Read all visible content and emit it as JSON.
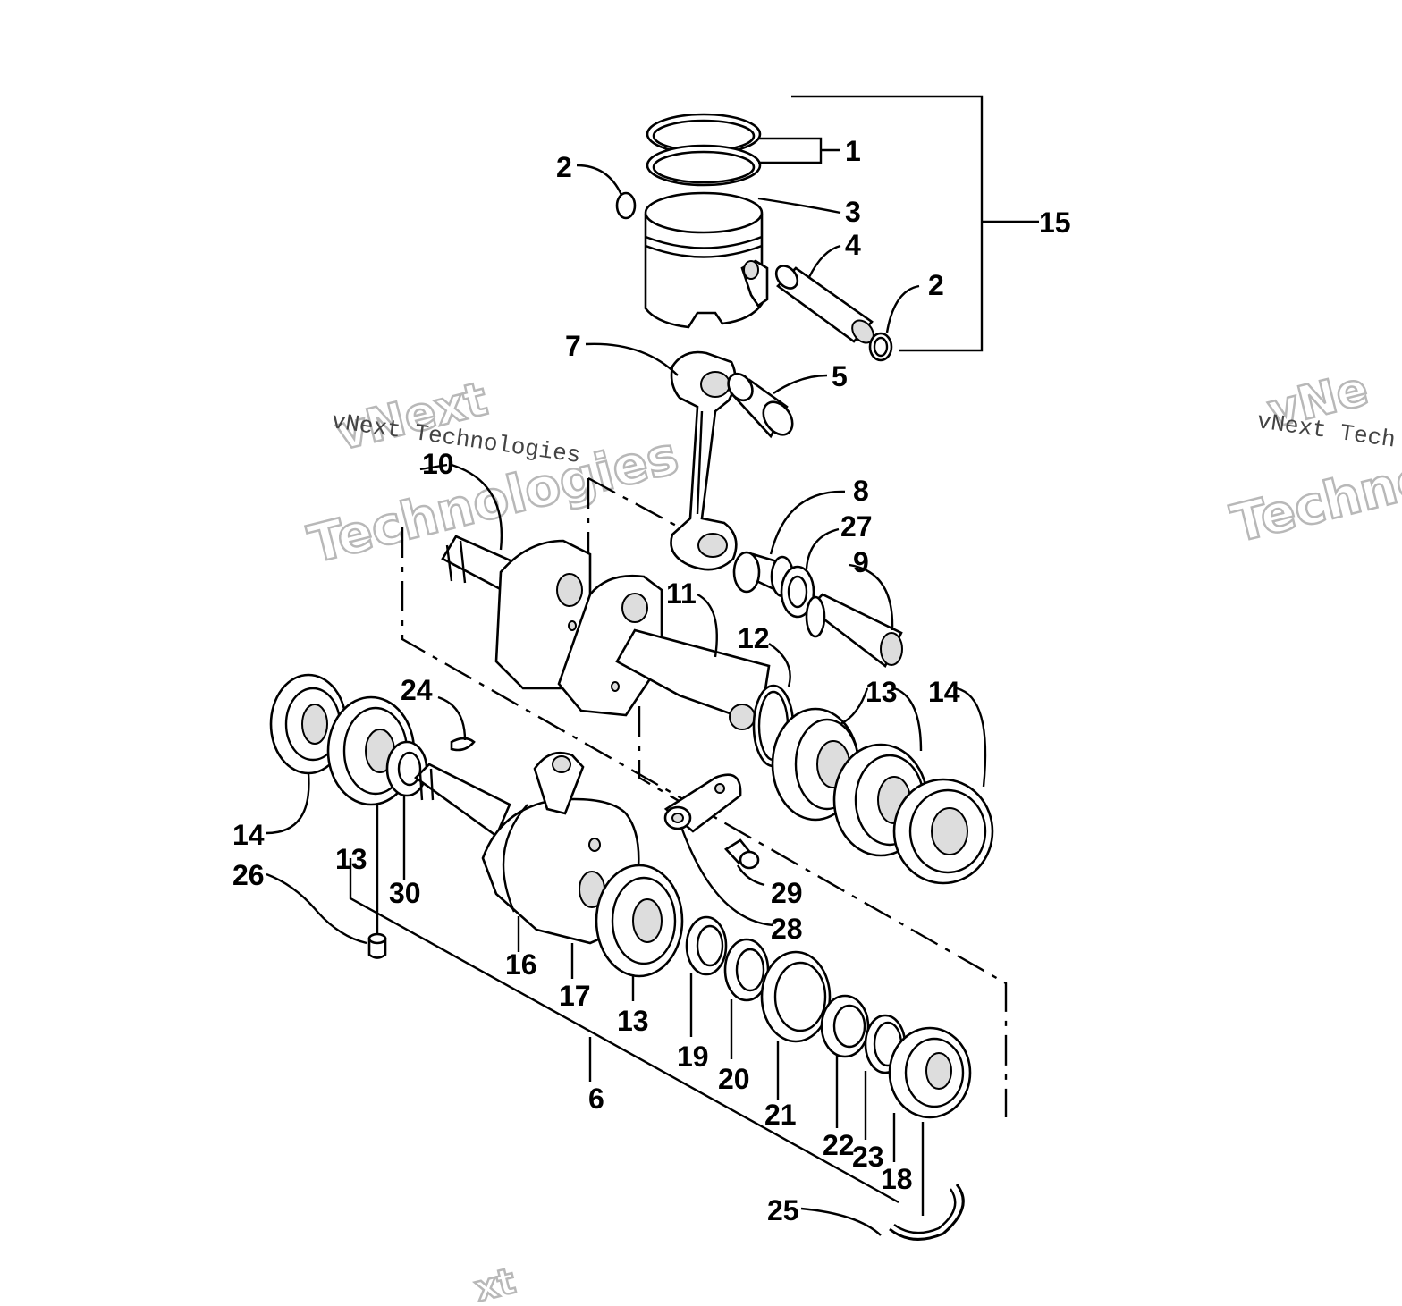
{
  "diagram": {
    "callouts": [
      {
        "id": "c1",
        "label": "1"
      },
      {
        "id": "c2a",
        "label": "2"
      },
      {
        "id": "c2b",
        "label": "2"
      },
      {
        "id": "c3",
        "label": "3"
      },
      {
        "id": "c4",
        "label": "4"
      },
      {
        "id": "c5",
        "label": "5"
      },
      {
        "id": "c6",
        "label": "6"
      },
      {
        "id": "c7",
        "label": "7"
      },
      {
        "id": "c8",
        "label": "8"
      },
      {
        "id": "c9",
        "label": "9"
      },
      {
        "id": "c10",
        "label": "10"
      },
      {
        "id": "c11",
        "label": "11"
      },
      {
        "id": "c12",
        "label": "12"
      },
      {
        "id": "c13a",
        "label": "13"
      },
      {
        "id": "c13b",
        "label": "13"
      },
      {
        "id": "c13c",
        "label": "13"
      },
      {
        "id": "c14a",
        "label": "14"
      },
      {
        "id": "c14b",
        "label": "14"
      },
      {
        "id": "c15",
        "label": "15"
      },
      {
        "id": "c16",
        "label": "16"
      },
      {
        "id": "c17",
        "label": "17"
      },
      {
        "id": "c18",
        "label": "18"
      },
      {
        "id": "c19",
        "label": "19"
      },
      {
        "id": "c20",
        "label": "20"
      },
      {
        "id": "c21",
        "label": "21"
      },
      {
        "id": "c22",
        "label": "22"
      },
      {
        "id": "c23",
        "label": "23"
      },
      {
        "id": "c24",
        "label": "24"
      },
      {
        "id": "c25",
        "label": "25"
      },
      {
        "id": "c26",
        "label": "26"
      },
      {
        "id": "c27",
        "label": "27"
      },
      {
        "id": "c28",
        "label": "28"
      },
      {
        "id": "c29",
        "label": "29"
      },
      {
        "id": "c30",
        "label": "30"
      }
    ]
  },
  "watermark": {
    "brand_line1": "vNext",
    "brand_line2": "Technologies",
    "caption": "vNext Technologies",
    "right_line1": "vNe",
    "right_line2": "Techno",
    "right_caption": "vNext Tech",
    "bottom_fragment": "xt"
  }
}
